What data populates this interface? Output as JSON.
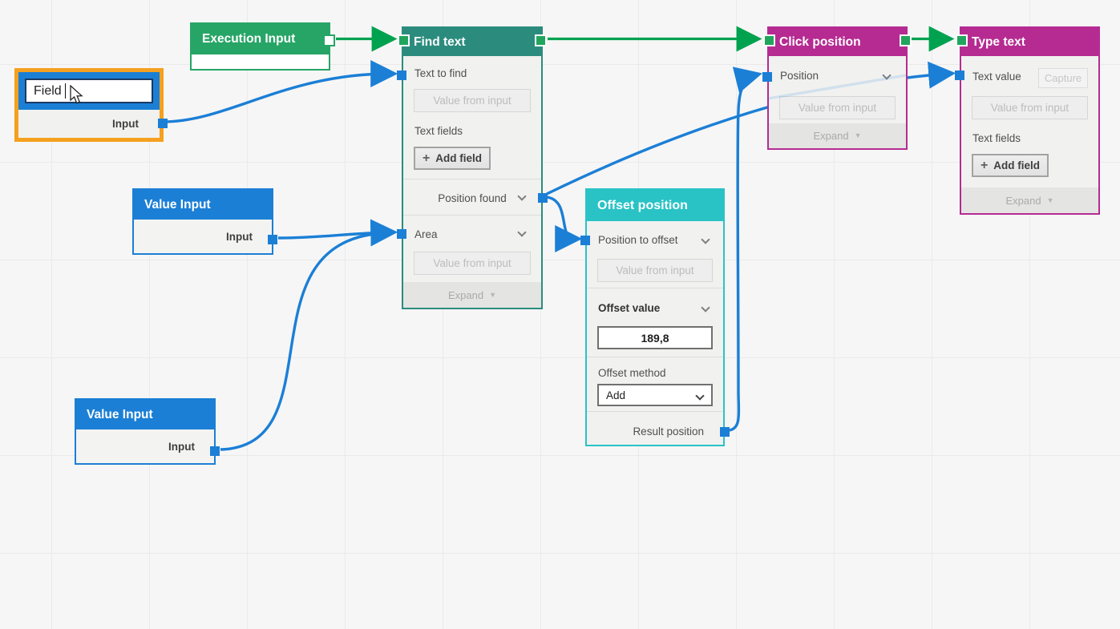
{
  "colors": {
    "canvas_bg": "#f6f6f6",
    "grid_line": "#eaeaea",
    "green": "#27a566",
    "wire_green": "#00a24f",
    "teal": "#2b8c7e",
    "cyan": "#29c3c6",
    "magenta": "#b52b92",
    "blue": "#1b7fd6",
    "orange": "#f5a01e",
    "node_body": "#f1f1f0",
    "footer_bg": "#e4e4e3"
  },
  "nodes": {
    "execution_input": {
      "title": "Execution Input"
    },
    "field_input": {
      "value": "Field",
      "input_label": "Input"
    },
    "value_input_1": {
      "title": "Value Input",
      "input_label": "Input"
    },
    "value_input_2": {
      "title": "Value Input",
      "input_label": "Input"
    },
    "find_text": {
      "title": "Find text",
      "text_to_find_label": "Text to find",
      "text_to_find_placeholder": "Value from input",
      "text_fields_label": "Text fields",
      "add_field_label": "Add field",
      "position_found_label": "Position found",
      "area_label": "Area",
      "area_placeholder": "Value from input",
      "expand_label": "Expand"
    },
    "offset_position": {
      "title": "Offset position",
      "position_to_offset_label": "Position to offset",
      "position_to_offset_placeholder": "Value from input",
      "offset_value_label": "Offset value",
      "offset_value": "189,8",
      "offset_method_label": "Offset method",
      "offset_method_value": "Add",
      "result_position_label": "Result position"
    },
    "click_position": {
      "title": "Click position",
      "position_label": "Position",
      "position_placeholder": "Value from input",
      "expand_label": "Expand"
    },
    "type_text": {
      "title": "Type text",
      "text_value_label": "Text value",
      "capture_label": "Capture",
      "text_value_placeholder": "Value from input",
      "text_fields_label": "Text fields",
      "add_field_label": "Add field",
      "expand_label": "Expand"
    }
  }
}
